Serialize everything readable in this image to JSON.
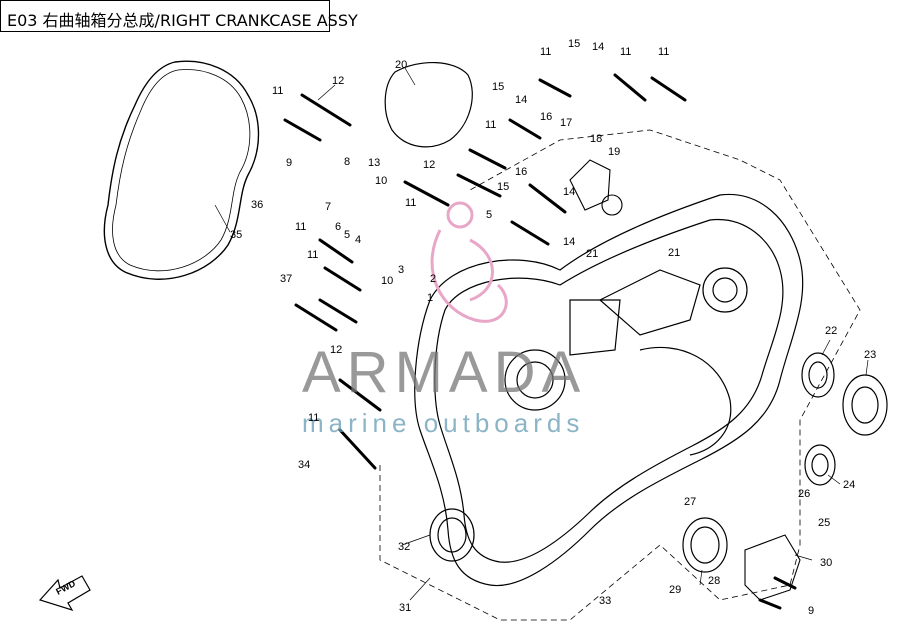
{
  "title": "E03 右曲轴箱分总成/RIGHT CRANKCASE ASSY",
  "watermark": {
    "brand": "ARMADA",
    "tagline": "marine outboards",
    "brand_color": "#777777",
    "tagline_color": "#6fa2b8",
    "logo_color": "#e8a6c8"
  },
  "direction_marker": "FWD",
  "callouts": [
    {
      "label": "35"
    },
    {
      "label": "12"
    },
    {
      "label": "11"
    },
    {
      "label": "20"
    },
    {
      "label": "11"
    },
    {
      "label": "15"
    },
    {
      "label": "14"
    },
    {
      "label": "11"
    },
    {
      "label": "11"
    },
    {
      "label": "15"
    },
    {
      "label": "14"
    },
    {
      "label": "11"
    },
    {
      "label": "16"
    },
    {
      "label": "17"
    },
    {
      "label": "18"
    },
    {
      "label": "19"
    },
    {
      "label": "9"
    },
    {
      "label": "8"
    },
    {
      "label": "13"
    },
    {
      "label": "12"
    },
    {
      "label": "16"
    },
    {
      "label": "15"
    },
    {
      "label": "14"
    },
    {
      "label": "14"
    },
    {
      "label": "10"
    },
    {
      "label": "11"
    },
    {
      "label": "7"
    },
    {
      "label": "6"
    },
    {
      "label": "5"
    },
    {
      "label": "4"
    },
    {
      "label": "36"
    },
    {
      "label": "11"
    },
    {
      "label": "3"
    },
    {
      "label": "21"
    },
    {
      "label": "21"
    },
    {
      "label": "11"
    },
    {
      "label": "10"
    },
    {
      "label": "2"
    },
    {
      "label": "1"
    },
    {
      "label": "37"
    },
    {
      "label": "22"
    },
    {
      "label": "23"
    },
    {
      "label": "12"
    },
    {
      "label": "11"
    },
    {
      "label": "34"
    },
    {
      "label": "24"
    },
    {
      "label": "26"
    },
    {
      "label": "25"
    },
    {
      "label": "27"
    },
    {
      "label": "32"
    },
    {
      "label": "28"
    },
    {
      "label": "30"
    },
    {
      "label": "29"
    },
    {
      "label": "31"
    },
    {
      "label": "33"
    },
    {
      "label": "9"
    },
    {
      "label": "5"
    }
  ]
}
